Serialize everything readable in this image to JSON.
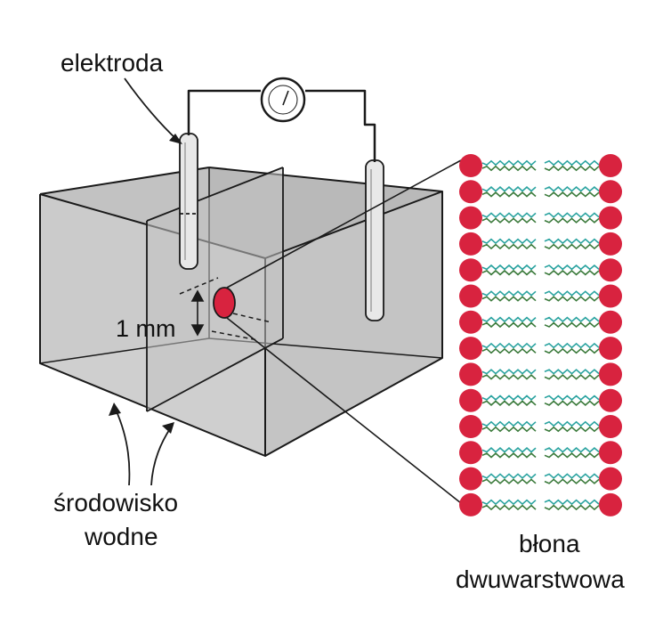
{
  "labels": {
    "electrode": "elektroda",
    "gap": "1 mm",
    "medium_line1": "środowisko",
    "medium_line2": "wodne",
    "membrane_line1": "błona",
    "membrane_line2": "dwuwarstwowa"
  },
  "colors": {
    "water": "#cfcfcf",
    "water_dark": "#bdbdbd",
    "outline": "#1a1a1a",
    "lipid_head": "#d8233f",
    "lipid_tail_a": "#2aa3a0",
    "lipid_tail_b": "#3b7a3b"
  },
  "icons": {
    "meter": "meter-icon"
  }
}
